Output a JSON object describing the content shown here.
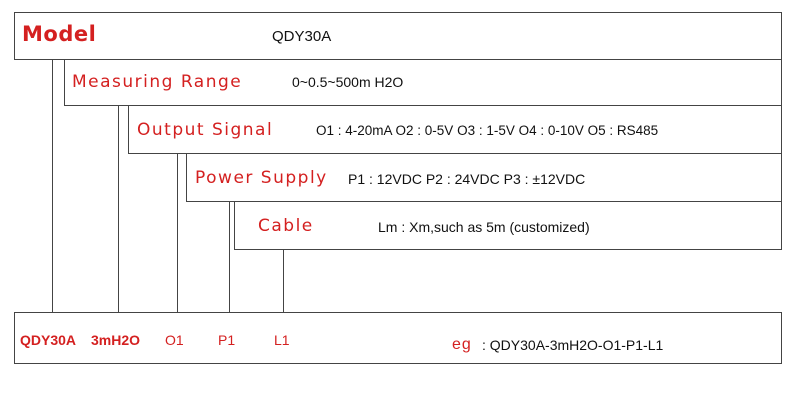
{
  "model": {
    "label": "Model",
    "value": "QDY30A"
  },
  "measuring_range": {
    "label": "Measuring Range",
    "value": "0~0.5~500m H2O"
  },
  "output_signal": {
    "label": "Output Signal",
    "value": "O1 : 4-20mA  O2 : 0-5V  O3 : 1-5V  O4 : 0-10V  O5 : RS485"
  },
  "power_supply": {
    "label": "Power Supply",
    "value": "P1 : 12VDC   P2 : 24VDC   P3 : ±12VDC"
  },
  "cable": {
    "label": "Cable",
    "value": "Lm : Xm,such as 5m (customized)"
  },
  "code": {
    "model": "QDY30A",
    "range": "3mH2O",
    "output": "O1",
    "power": "P1",
    "cable": "L1"
  },
  "example": {
    "label": "eg",
    "value": ": QDY30A-3mH2O-O1-P1-L1"
  },
  "colors": {
    "accent": "#d42020",
    "line": "#444444",
    "text": "#111111"
  }
}
